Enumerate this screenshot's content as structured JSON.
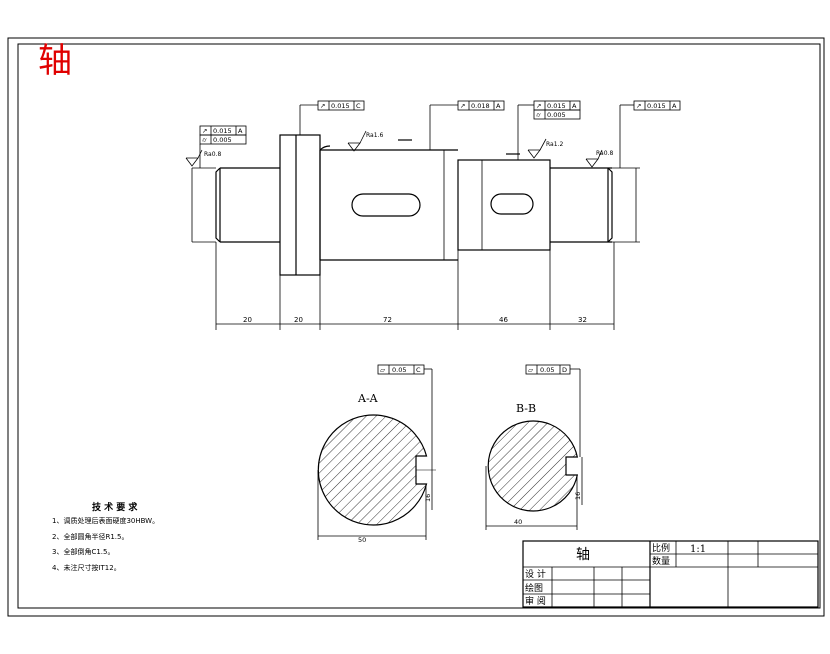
{
  "drawing_title": "轴",
  "sections": {
    "aa_label": "A-A",
    "bb_label": "B-B",
    "aa_flatness": "0.05",
    "aa_flatness_datum": "C",
    "bb_flatness": "0.05",
    "bb_flatness_datum": "D",
    "aa_width_dim": "50",
    "aa_depth_dim": "16",
    "bb_width_dim": "40",
    "bb_depth_dim": "16"
  },
  "tolerances": {
    "left_runout_1": "0.015",
    "left_runout_1_datum": "A",
    "left_runout_2": "0.005",
    "collar_runout": "0.015",
    "collar_runout_datum": "C",
    "mid_runout": "0.018",
    "mid_runout_datum": "A",
    "right1_runout": "0.015",
    "right1_runout_datum": "A",
    "right1_cyl": "0.005",
    "right2_runout": "0.015",
    "right2_runout_datum": "A"
  },
  "roughness": {
    "r1": "Ra0.8",
    "r2": "Ra1.6",
    "r3": "Ra1.2",
    "r4": "Ra0.8"
  },
  "lengths": [
    "20",
    "20",
    "72",
    "46",
    "32"
  ],
  "tech_requirements": {
    "heading": "技 术 要 求",
    "items": [
      "1、调质处理后表面硬度30HBW。",
      "2、全部圆角半径R1.5。",
      "3、全部倒角C1.5。",
      "4、未注尺寸按IT12。"
    ]
  },
  "title_block": {
    "part_name": "轴",
    "scale_label": "比例",
    "scale_value": "1:1",
    "qty_label": "数量",
    "design_label": "设 计",
    "draw_label": "绘图",
    "review_label": "审 阅"
  }
}
